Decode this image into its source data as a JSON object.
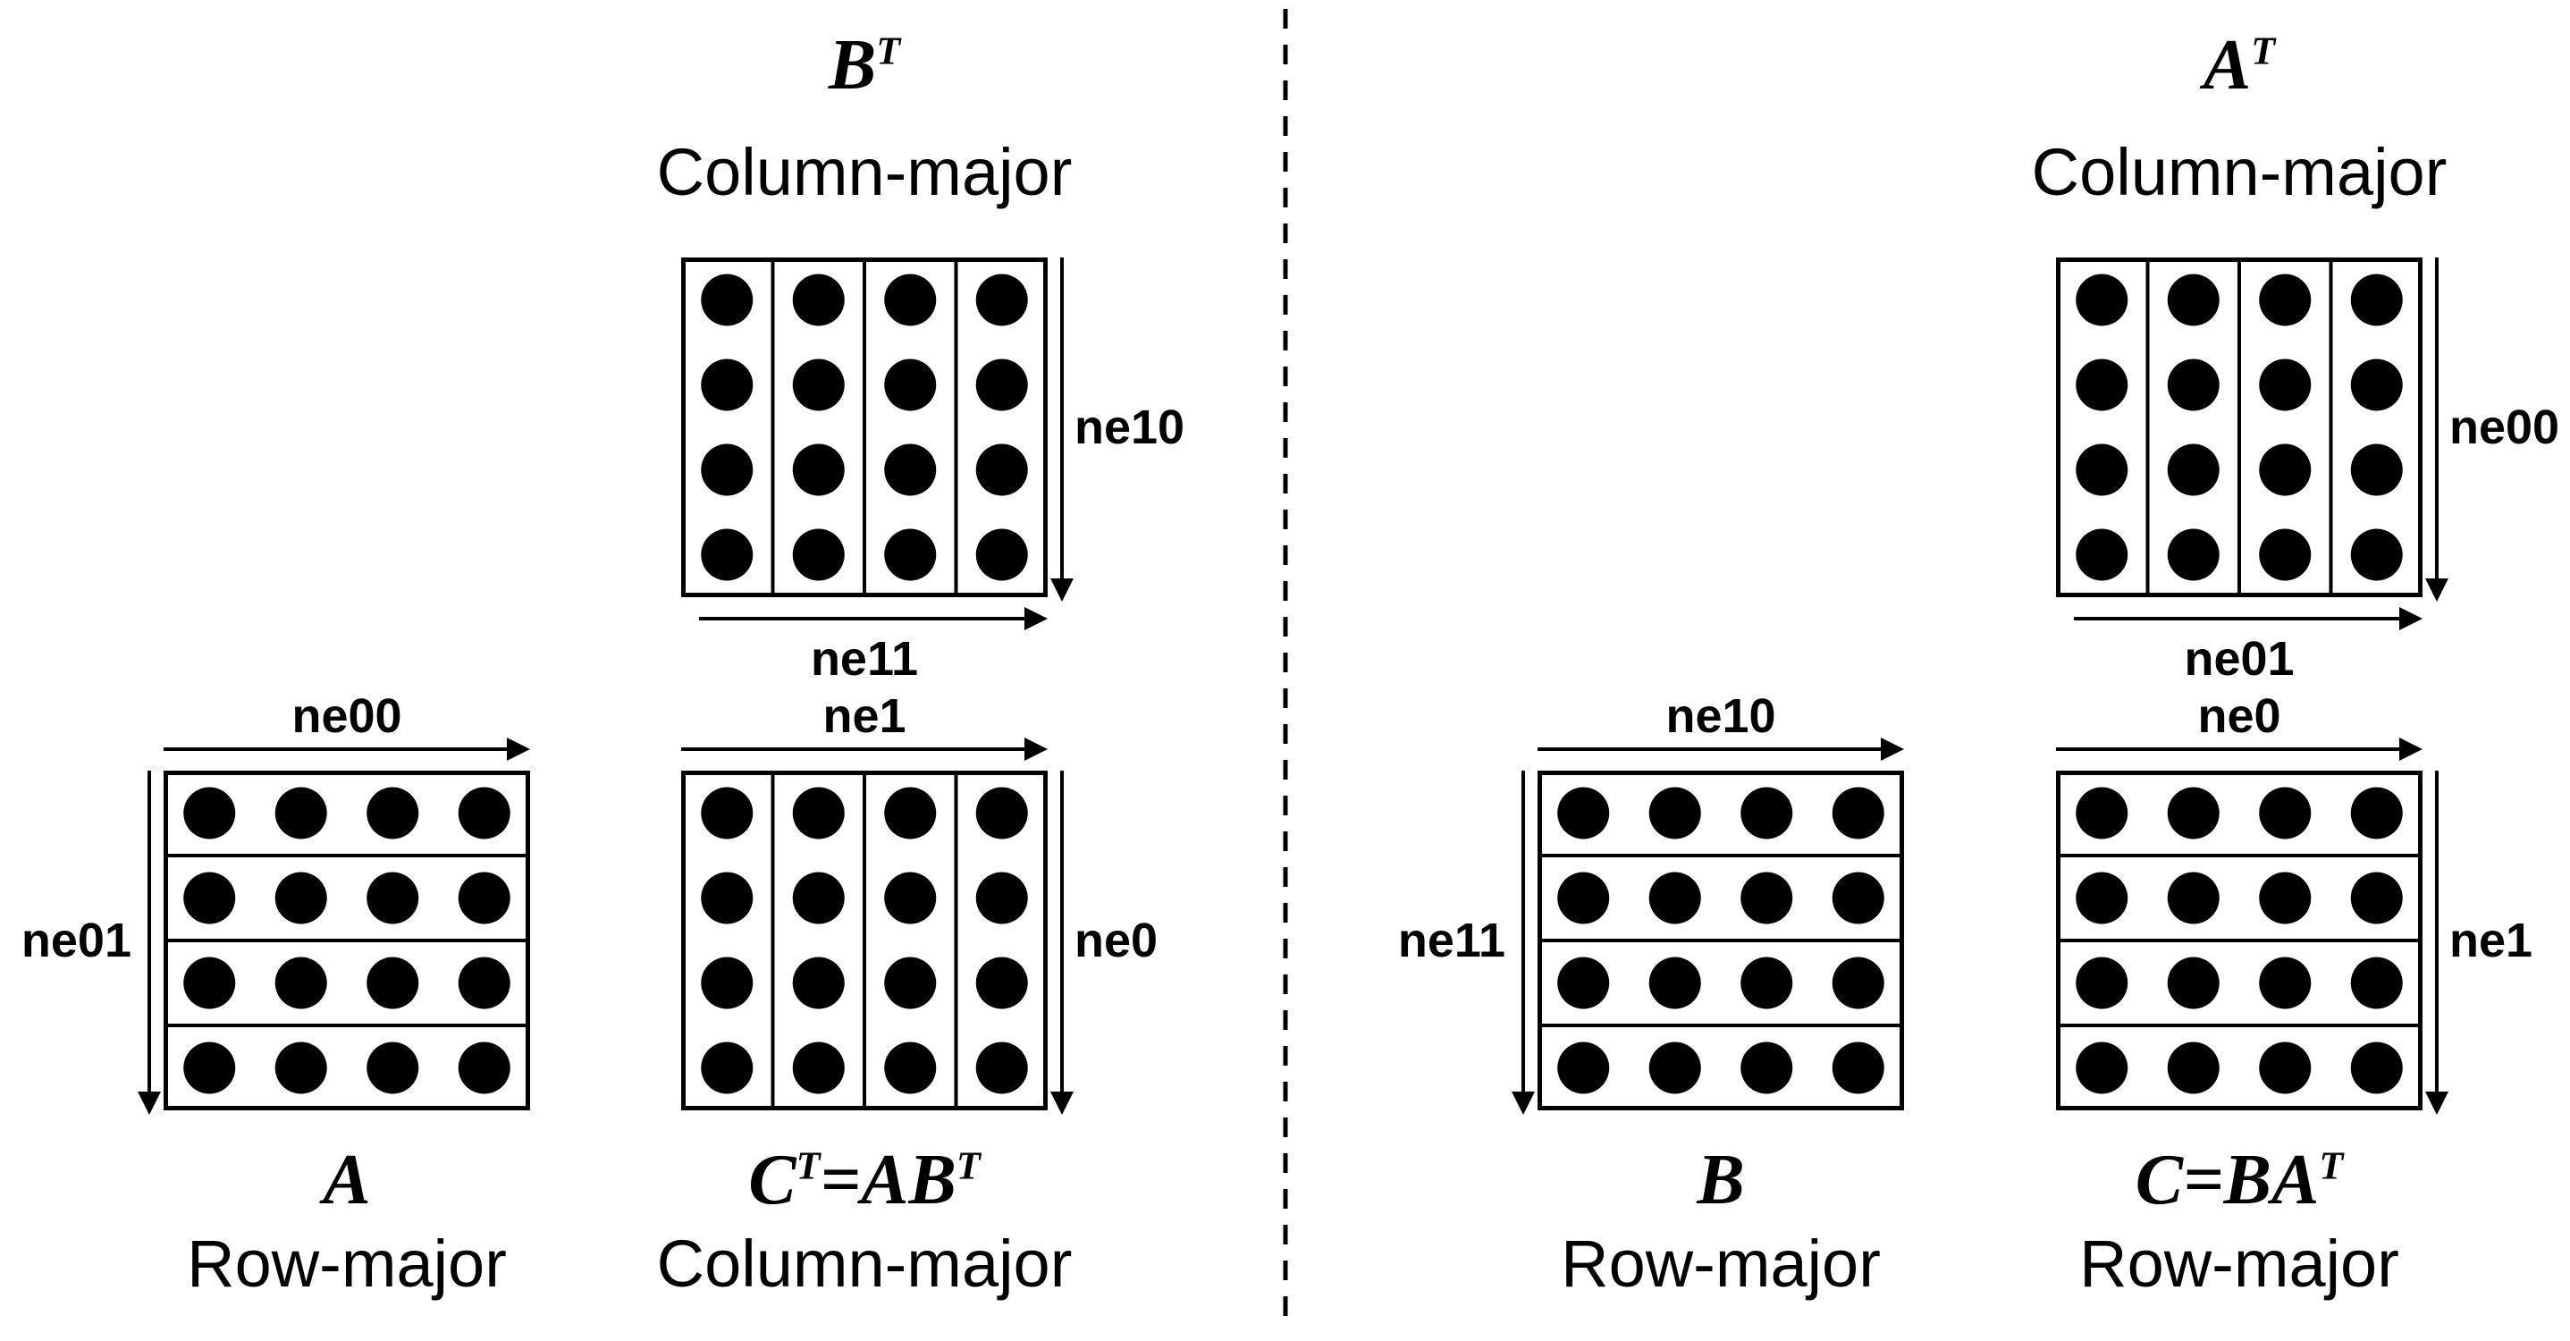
{
  "figure": {
    "background": "#ffffff",
    "ink": "#000000",
    "divider_style": "dashed"
  },
  "grid": {
    "rows": 4,
    "cols": 4
  },
  "matrices": [
    {
      "name": [
        {
          "t": "B"
        },
        {
          "t": "T",
          "sup": true
        }
      ],
      "layout": "Column-major",
      "orientation": "column-major",
      "labels": {
        "right": "ne10",
        "bottom": "ne11"
      }
    },
    {
      "name": [
        {
          "t": "A"
        }
      ],
      "layout": "Row-major",
      "orientation": "row-major",
      "labels": {
        "top": "ne00",
        "left": "ne01"
      }
    },
    {
      "name": [
        {
          "t": "C"
        },
        {
          "t": "T",
          "sup": true
        },
        {
          "t": "=AB"
        },
        {
          "t": "T",
          "sup": true
        }
      ],
      "layout": "Column-major",
      "orientation": "column-major",
      "labels": {
        "top": "ne1",
        "right": "ne0"
      }
    },
    {
      "name": [
        {
          "t": "A"
        },
        {
          "t": "T",
          "sup": true
        }
      ],
      "layout": "Column-major",
      "orientation": "column-major",
      "labels": {
        "right": "ne00",
        "bottom": "ne01"
      }
    },
    {
      "name": [
        {
          "t": "B"
        }
      ],
      "layout": "Row-major",
      "orientation": "row-major",
      "labels": {
        "top": "ne10",
        "left": "ne11"
      }
    },
    {
      "name": [
        {
          "t": "C=BA"
        },
        {
          "t": "T",
          "sup": true
        }
      ],
      "layout": "Row-major",
      "orientation": "row-major",
      "labels": {
        "top": "ne0",
        "right": "ne1"
      }
    }
  ]
}
